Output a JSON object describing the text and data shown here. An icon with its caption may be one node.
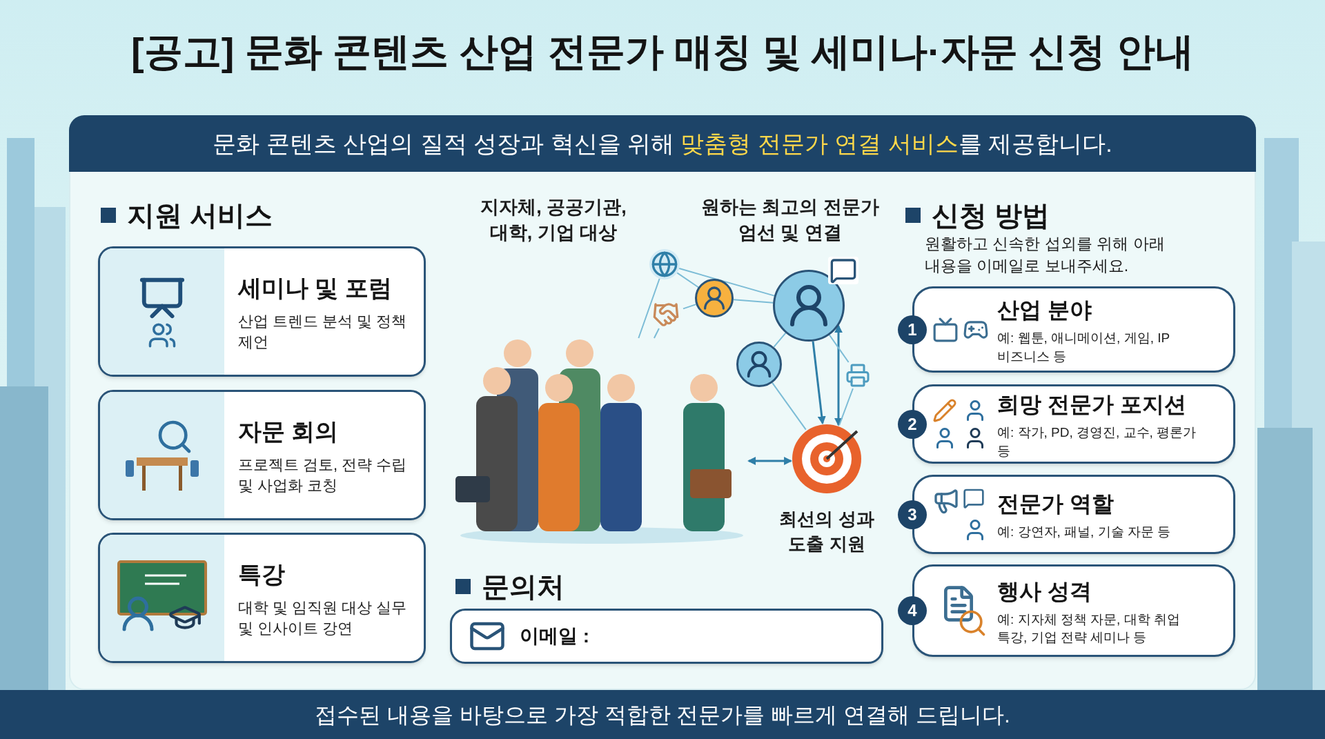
{
  "diagram": {
    "title": "[공고] 문화 콘텐츠 산업 전문가 매칭 및 세미나·자문 신청 안내",
    "nodes": [
      {
        "text": [
          "문화 콘텐츠 산업의 질적 성장과 혁신을 위해 **맞춤형 전문가 연결 서비스**를 제공합니다."
        ]
      },
      {
        "text": [
          "세미나 및 포럼",
          "산업 트렌드 분석 및 정책 제언"
        ]
      },
      {
        "text": [
          "자문 회의",
          "프로젝트 검토, 전략 수립 및 사업화 코칭"
        ]
      },
      {
        "text": [
          "특강",
          "대학 및 임직원 대상 실무 및 인사이트 강연"
        ]
      },
      {
        "text": [
          "산업 분야",
          "예: 웹툰, 애니메이션, 게임, IP 비즈니스 등"
        ],
        "beside": [
          "1"
        ]
      },
      {
        "text": [
          "희망 전문가 포지션",
          "예: 작가, PD, 경영진, 교수, 평론가 등"
        ],
        "beside": [
          "2"
        ]
      },
      {
        "text": [
          "전문가 역할",
          "예: 강연자, 패널, 기술 자문 등"
        ],
        "beside": [
          "3"
        ]
      },
      {
        "text": [
          "행사 성격",
          "예: 지자체 정책 자문, 대학 취업 특강, 기업 전략 세미나 등"
        ],
        "beside": [
          "4"
        ]
      },
      {
        "text": [
          "이메일 :"
        ]
      },
      {
        "text": [
          "접수된 내용을 바탕으로 가장 적합한 전문가를 빠르게 연결해 드립니다."
        ]
      },
      {
        "text": [],
        "shape": "picture"
      },
      {
        "text": [],
        "shape": "picture"
      },
      {
        "text": [],
        "shape": "picture"
      },
      {
        "text": [],
        "shape": "person"
      },
      {
        "text": [],
        "shape": "person"
      },
      {
        "text": [],
        "shape": "person"
      },
      {
        "text": [],
        "shape": "picture",
        "beside": [
          "최선의 성과 도출 지원"
        ]
      },
      {
        "text": [],
        "shape": "picture"
      }
    ],
    "edges": [
      {
        "from": 10,
        "to": 11,
        "arrow": "none"
      },
      {
        "from": 10,
        "to": 12,
        "arrow": "none"
      },
      {
        "from": 11,
        "to": 13,
        "arrow": "none"
      },
      {
        "from": 11,
        "to": 14,
        "arrow": "none"
      },
      {
        "from": 12,
        "to": 13,
        "arrow": "none"
      },
      {
        "from": 13,
        "to": 14,
        "arrow": "none"
      },
      {
        "from": 14,
        "to": 15,
        "arrow": "none"
      },
      {
        "from": 15,
        "to": 16,
        "arrow": "none"
      },
      {
        "from": 14,
        "to": 16,
        "arrow": "to",
        "color": "#2f7fa8"
      },
      {
        "from": 14,
        "to": 16,
        "arrow": "both",
        "color": "#2f7fa8"
      },
      {
        "from": 14,
        "to": 17,
        "arrow": "none"
      },
      {
        "from": 17,
        "to": 16,
        "arrow": "none"
      },
      {
        "from": 10,
        "to": 16,
        "arrow": "both",
        "color": "#2f7fa8"
      }
    ],
    "labels": [
      "지원 서비스",
      "지자체, 공공기관, 대학, 기업 대상",
      "원하는 최고의 전문가 엄선 및 연결",
      "신청 방법",
      "원활하고 신속한 섭외를 위해 아래 내용을 이메일로 보내주세요.",
      "문의처"
    ]
  }
}
